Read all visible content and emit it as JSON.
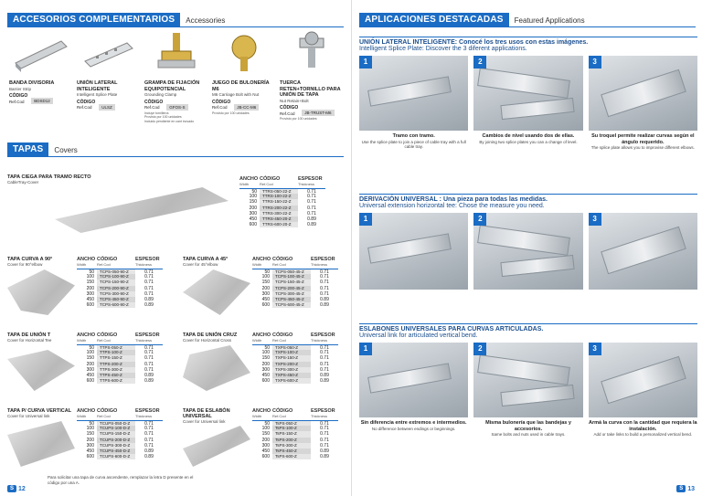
{
  "left": {
    "accessories_header": {
      "title": "ACCESORIOS COMPLEMENTARIOS",
      "subtitle": "Accessories"
    },
    "accessories": [
      {
        "name": "BANDA DIVISORIA",
        "en": "Barrier Strip",
        "code_label": "CÓDIGO",
        "code_sub": "Ref.Cod",
        "code": "BDSD12",
        "note": "",
        "icon": "barrier-strip-icon"
      },
      {
        "name": "UNIÓN LATERAL INTELIGENTE",
        "en": "Intelligent Splice Plate",
        "code_label": "CÓDIGO",
        "code_sub": "Ref.Cod",
        "code": "ULSZ",
        "note": "",
        "icon": "splice-plate-icon"
      },
      {
        "name": "GRAMPA DE FIJACIÓN EQUIPOTENCIAL",
        "en": "Grounding Clamp",
        "code_label": "CÓDIGO",
        "code_sub": "Ref.Cod",
        "code": "GFOS-S",
        "note": "Incluye tornillería\nProvisto por 100 unidades\nIncluido pendiente en cant inovado",
        "icon": "grounding-clamp-icon"
      },
      {
        "name": "JUEGO DE BULONERÍA M6",
        "en": "M6 Carriage Bolt with Nut",
        "code_label": "CÓDIGO",
        "code_sub": "Ref.Cod",
        "code": "JB-CC-M6",
        "note": "Provisto por 100 unidades",
        "icon": "bolt-icon"
      },
      {
        "name": "TUERCA RETEN+TORNILLO PARA UNIÓN DE TAPA",
        "en": "Nut Retain+Bolt",
        "code_label": "CÓDIGO",
        "code_sub": "Ref.Cod",
        "code": "JB-TRUST-M6",
        "note": "Provisto por 100 unidades",
        "icon": "nut-bolt-icon"
      }
    ],
    "covers_header": {
      "title": "TAPAS",
      "subtitle": "Covers"
    },
    "col_headers": {
      "ancho": "ANCHO",
      "ancho_en": "Width",
      "codigo": "CÓDIGO",
      "codigo_en": "Ref.Cod",
      "espesor": "ESPESOR",
      "espesor_en": "Thickness"
    },
    "straight": {
      "title": "TAPA CIEGA PARA TRAMO RECTO",
      "en": "CableTray-Cover",
      "rows": [
        [
          "50",
          "TTRS-050-22-Z",
          "0.71"
        ],
        [
          "100",
          "TTRS-100-22-Z",
          "0.71"
        ],
        [
          "150",
          "TTRS-150-22-Z",
          "0.71"
        ],
        [
          "200",
          "TTRS-200-22-Z",
          "0.71"
        ],
        [
          "300",
          "TTRS-300-22-Z",
          "0.71"
        ],
        [
          "450",
          "TTRS-450-20-Z",
          "0.89"
        ],
        [
          "600",
          "TTRS-600-20-Z",
          "0.89"
        ]
      ]
    },
    "tables": [
      {
        "title": "TAPA CURVA A 90°",
        "en": "Cover for 90°elbow",
        "rows": [
          [
            "50",
            "TCPS-050-90-Z",
            "0.71"
          ],
          [
            "100",
            "TCPS-100-90-Z",
            "0.71"
          ],
          [
            "150",
            "TCPS-150-90-Z",
            "0.71"
          ],
          [
            "200",
            "TCPS-200-90-Z",
            "0.71"
          ],
          [
            "300",
            "TCPS-300-90-Z",
            "0.71"
          ],
          [
            "450",
            "TCPS-450-90-Z",
            "0.89"
          ],
          [
            "600",
            "TCPS-600-90-Z",
            "0.89"
          ]
        ]
      },
      {
        "title": "TAPA CURVA A 45°",
        "en": "Cover for 45°elbow",
        "rows": [
          [
            "50",
            "TCPS-050-45-Z",
            "0.71"
          ],
          [
            "100",
            "TCPS-100-45-Z",
            "0.71"
          ],
          [
            "150",
            "TCPS-150-45-Z",
            "0.71"
          ],
          [
            "200",
            "TCPS-200-45-Z",
            "0.71"
          ],
          [
            "300",
            "TCPS-300-45-Z",
            "0.71"
          ],
          [
            "450",
            "TCPS-450-45-Z",
            "0.89"
          ],
          [
            "600",
            "TCPS-600-45-Z",
            "0.89"
          ]
        ]
      },
      {
        "title": "TAPA DE UNIÓN T",
        "en": "Cover for Horizontal Tee",
        "rows": [
          [
            "50",
            "TTPS-050-Z",
            "0.71"
          ],
          [
            "100",
            "TTPS-100-Z",
            "0.71"
          ],
          [
            "150",
            "TTPS-150-Z",
            "0.71"
          ],
          [
            "200",
            "TTPS-200-Z",
            "0.71"
          ],
          [
            "300",
            "TTPS-300-Z",
            "0.71"
          ],
          [
            "450",
            "TTPS-450-Z",
            "0.89"
          ],
          [
            "600",
            "TTPS-600-Z",
            "0.89"
          ]
        ]
      },
      {
        "title": "TAPA DE UNIÓN CRUZ",
        "en": "Cover for Horizontal Cross",
        "rows": [
          [
            "50",
            "TXPS-050-Z",
            "0.71"
          ],
          [
            "100",
            "TXPS-100-Z",
            "0.71"
          ],
          [
            "150",
            "TXPS-150-Z",
            "0.71"
          ],
          [
            "200",
            "TXPS-200-Z",
            "0.71"
          ],
          [
            "300",
            "TXPS-300-Z",
            "0.71"
          ],
          [
            "450",
            "TXPS-450-Z",
            "0.89"
          ],
          [
            "600",
            "TXPS-600-Z",
            "0.89"
          ]
        ]
      },
      {
        "title": "TAPA P/ CURVA VERTICAL",
        "en": "Cover for Universal link",
        "rows": [
          [
            "50",
            "TCUPS-050-D-Z",
            "0.71"
          ],
          [
            "100",
            "TCUPS-100-D-Z",
            "0.71"
          ],
          [
            "150",
            "TCUPS-150-D-Z",
            "0.71"
          ],
          [
            "200",
            "TCUPS-200-D-Z",
            "0.71"
          ],
          [
            "300",
            "TCUPS-300-D-Z",
            "0.71"
          ],
          [
            "450",
            "TCUPS-450-D-Z",
            "0.89"
          ],
          [
            "600",
            "TCUPS-600-D-Z",
            "0.89"
          ]
        ]
      },
      {
        "title": "TAPA DE ESLABÓN UNIVERSAL",
        "en": "Cover for Universal link",
        "rows": [
          [
            "50",
            "TsPS-050-Z",
            "0.71"
          ],
          [
            "100",
            "TsPS-100-Z",
            "0.71"
          ],
          [
            "150",
            "TsPS-150-Z",
            "0.71"
          ],
          [
            "200",
            "TsPS-200-Z",
            "0.71"
          ],
          [
            "300",
            "TsPS-300-Z",
            "0.71"
          ],
          [
            "450",
            "TsPS-450-Z",
            "0.89"
          ],
          [
            "600",
            "TsPS-600-Z",
            "0.89"
          ]
        ]
      }
    ],
    "footnote": "Para solicitar una tapa de curva ascendente, remplazar la letra D presente en el código por una A.",
    "page_num": "12",
    "logo": "S"
  },
  "right": {
    "header": {
      "title": "APLICACIONES DESTACADAS",
      "subtitle": "Featured Applications"
    },
    "sections": [
      {
        "title": "UNIÓN LATERAL INTELIGENTE:",
        "title_rest": "Conocé los tres usos con estas imágenes.",
        "en": "Intelligent Splice Plate: Discover the 3 diferent applications.",
        "panels": [
          {
            "num": "1",
            "cap": "Tramo con tramo.",
            "cap_en": "Use the splice plate to join a piece of cable tray with a full cable tray."
          },
          {
            "num": "2",
            "cap": "Cambios de nivel usando dos de ellas.",
            "cap_en": "By joining two splice plates you can a change of level."
          },
          {
            "num": "3",
            "cap": "Su troquel permite realizar curvas según el ángulo requerido.",
            "cap_en": "The splice plate allows you to improvise different elbows."
          }
        ]
      },
      {
        "title": "DERIVACIÓN UNIVERSAL :",
        "title_rest": "Una pieza para todas las medidas.",
        "en": "Universal extension horizontal tee: Chose the measure you need.",
        "panels": [
          {
            "num": "1",
            "cap": "",
            "cap_en": ""
          },
          {
            "num": "2",
            "cap": "",
            "cap_en": ""
          },
          {
            "num": "3",
            "cap": "",
            "cap_en": ""
          }
        ]
      },
      {
        "title": "ESLABONES UNIVERSALES PARA CURVAS ARTICULADAS.",
        "title_rest": "",
        "en": "Universal link for articulated vertical bend.",
        "panels": [
          {
            "num": "1",
            "cap": "Sin diferencia entre extremos e intermedios.",
            "cap_en": "No difference between endings or beginnings."
          },
          {
            "num": "2",
            "cap": "Misma bulonería que las bandejas y accesorios.",
            "cap_en": "Same bolts and nuts used in cable trays."
          },
          {
            "num": "3",
            "cap": "Armá la curva con la cantidad que requiera la instalación.",
            "cap_en": "Add or take links to build a personalized vertical bend."
          }
        ]
      }
    ],
    "page_num": "13",
    "logo": "S"
  }
}
